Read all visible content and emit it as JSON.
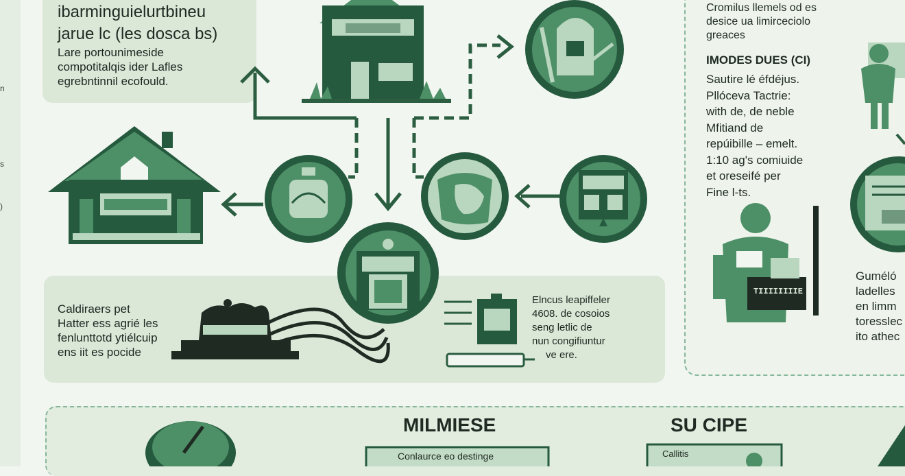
{
  "colors": {
    "dark": "#255a3e",
    "mid": "#4d8f66",
    "light": "#b9d6bf",
    "pale": "#dbe8d8",
    "line": "#2b5d40"
  },
  "left_strip": [
    "n",
    "s",
    ")"
  ],
  "top_left": {
    "heading_line1": "ibarminguielurtbineu",
    "heading_line2": "jarue lc (les dosca bs)",
    "body": [
      "Lare portounimeside",
      "compotitalqis ider Lafles",
      "egrebntinnil ecofould."
    ]
  },
  "mid_panel": {
    "left_text": [
      "Caldiraers pet",
      "Hatter ess agrié les",
      "fenlunttotd ytiélcuip",
      "ens iit es pocide"
    ],
    "right_text": [
      "Elncus leapiffeler",
      "4608. de cosoios",
      "seng letlic de",
      "nun congifiuntur",
      "ve ere."
    ]
  },
  "right_panel": {
    "intro": [
      "Cromilus llemels od es",
      "desice ua limirceciolo",
      "greaces"
    ],
    "subheading": "IMODES DUES (CI)",
    "body": [
      "Sautire lé éfdéjus.",
      "Pllóceva Tactrie:",
      "with de, de neble",
      "Mfitiand de",
      "repúibille – emelt.",
      "1:10 ag's comiuide",
      "et oreseifé per",
      "Fine l-ts."
    ],
    "sign_label": "TIIIIIIIIE",
    "bottom_text": [
      "Guméló",
      "ladelles",
      "en limm",
      "toresslec",
      "ito athec"
    ]
  },
  "bottom": {
    "title1": "MILMIESE",
    "title2": "SU CIPE",
    "label1": "Conlaurce eo destinge",
    "label2": "Callitis"
  }
}
